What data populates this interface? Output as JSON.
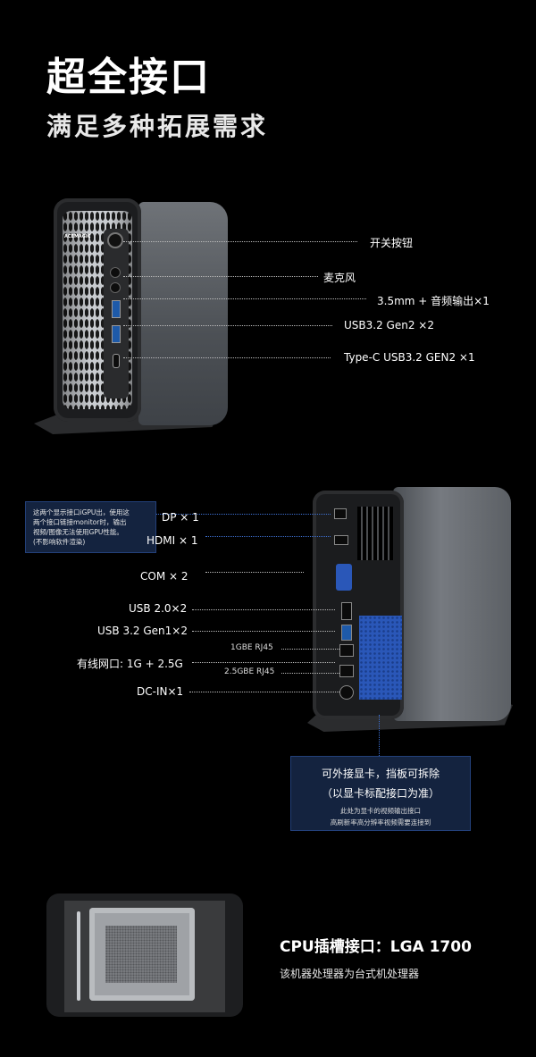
{
  "header": {
    "title": "超全接口",
    "subtitle": "满足多种拓展需求"
  },
  "front_ports": [
    {
      "label": "开关按钮"
    },
    {
      "label": "麦克风"
    },
    {
      "label": "3.5mm + 音频输出×1"
    },
    {
      "label": "USB3.2 Gen2 ×2"
    },
    {
      "label": "Type-C USB3.2 GEN2 ×1"
    }
  ],
  "device_brand": "ACEMAGIC",
  "rear_note": {
    "line1": "这两个显示接口iGPU出，使用这",
    "line2": "两个接口链接monitor时，输出",
    "line3": "视频/图像无法使用GPU性能。",
    "line4": "(不影响软件渲染)"
  },
  "rear_ports": {
    "dp": "DP × 1",
    "hdmi": "HDMI × 1",
    "com": "COM × 2",
    "usb2": "USB 2.0×2",
    "usb3": "USB 3.2 Gen1×2",
    "rj45_1g_tag": "1GBE RJ45",
    "lan": "有线网口: 1G + 2.5G",
    "rj45_25g_tag": "2.5GBE RJ45",
    "dcin": "DC-IN×1"
  },
  "gpu_card": {
    "line1": "可外接显卡，挡板可拆除",
    "line2": "（以显卡标配接口为准）",
    "line3": "此处为显卡的视频输出接口",
    "line4": "高刷新率高分辨率视频需要连接到"
  },
  "cpu": {
    "title": "CPU插槽接口：LGA 1700",
    "subtitle": "该机器处理器为台式机处理器"
  },
  "colors": {
    "background": "#000000",
    "accent_blue": "#2a57b8",
    "note_box": "#14233f"
  }
}
